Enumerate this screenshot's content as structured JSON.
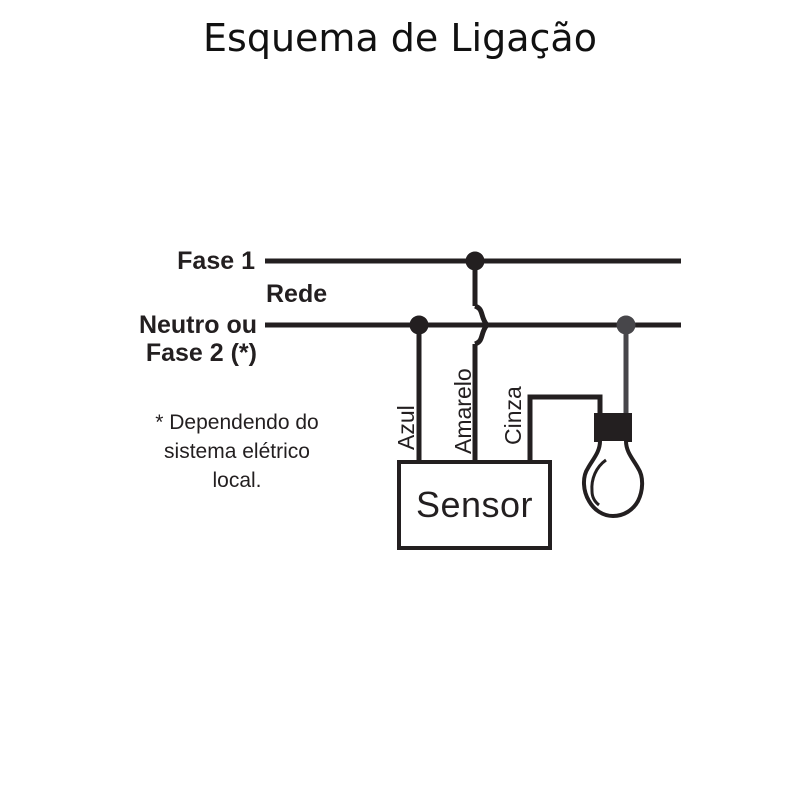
{
  "title": "Esquema de Ligação",
  "colors": {
    "ink": "#231f20",
    "gray": "#47464a",
    "background": "#ffffff"
  },
  "power_bus": {
    "fase1_label": "Fase 1",
    "rede_label": "Rede",
    "neutro_label_line1": "Neutro ou",
    "neutro_label_line2": "Fase 2 (*)"
  },
  "footnote": {
    "line1": "* Dependendo do",
    "line2": "sistema elétrico",
    "line3": "local."
  },
  "wires": {
    "blue_label": "Azul",
    "yellow_label": "Amarelo",
    "gray_label": "Cinza"
  },
  "sensor": {
    "label": "Sensor"
  }
}
